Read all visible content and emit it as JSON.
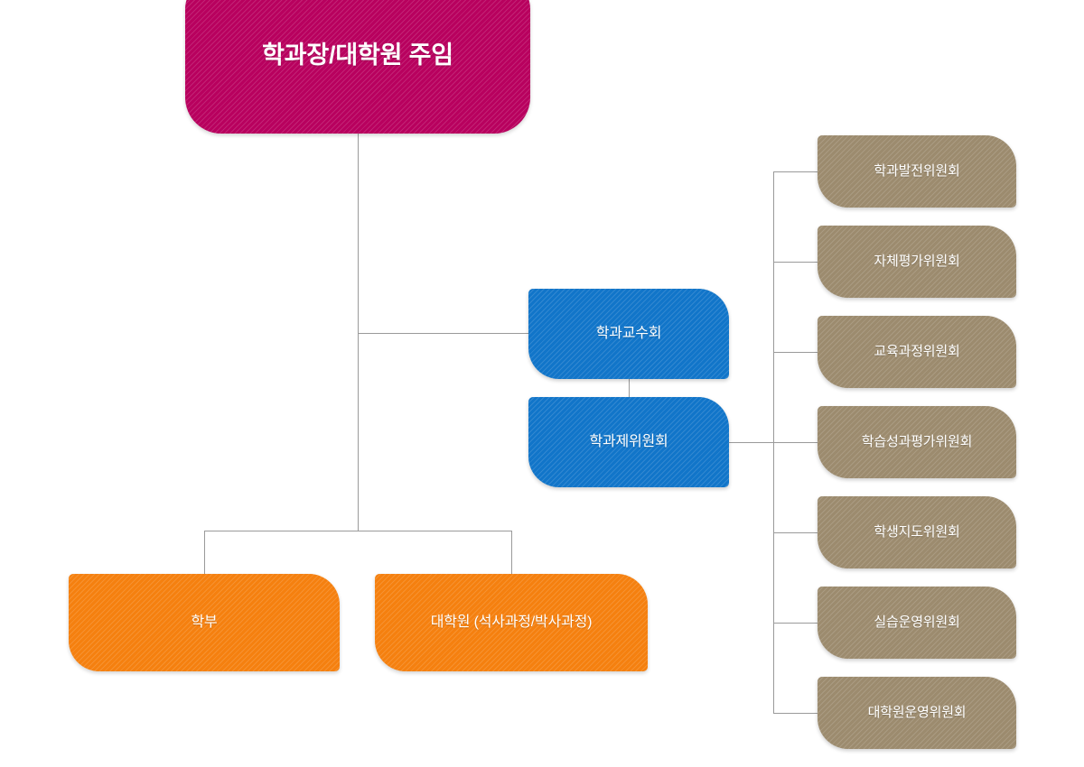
{
  "chart": {
    "type": "org-chart",
    "title": "학과 조직도",
    "root": {
      "label": "학과장/대학원 주임",
      "color": "#b8005e"
    },
    "councils": {
      "color": "#1175c9",
      "items": [
        {
          "label": "학과교수회"
        },
        {
          "label": "학과제위원회"
        }
      ]
    },
    "programs": {
      "color": "#f5800f",
      "items": [
        {
          "label": "학부"
        },
        {
          "label": "대학원 (석사과정/박사과정)"
        }
      ]
    },
    "committees": {
      "color": "#9c8b6e",
      "items": [
        {
          "label": "학과발전위원회"
        },
        {
          "label": "자체평가위원회"
        },
        {
          "label": "교육과정위원회"
        },
        {
          "label": "학습성과평가위원회"
        },
        {
          "label": "학생지도위원회"
        },
        {
          "label": "실습운영위원회"
        },
        {
          "label": "대학원운영위원회"
        }
      ]
    },
    "connector_color": "#9a9a9a"
  }
}
